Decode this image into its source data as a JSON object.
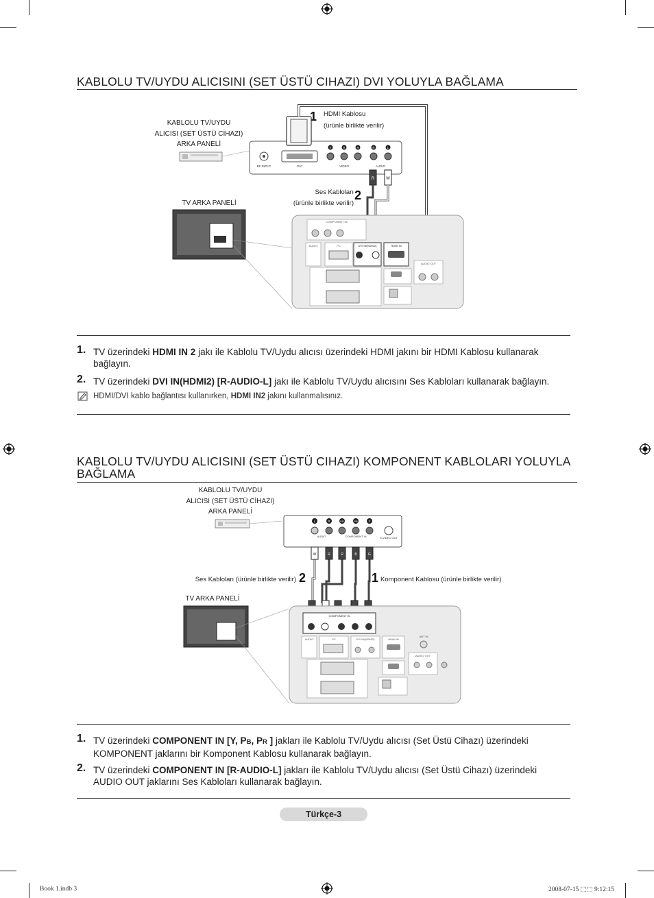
{
  "section1": {
    "title": "KABLOLU TV/UYDU ALICISINI (SET ÜSTÜ CIHAZI) DVI YOLUYLA BAĞLAMA",
    "diagram": {
      "stb_label": [
        "KABLOLU TV/UYDU",
        "ALICISI (SET ÜSTÜ CİHAZI)",
        "ARKA PANELİ"
      ],
      "tv_label": "TV ARKA PANELİ",
      "hdmi_cable_label": [
        "HDMI Kablosu",
        "(ürünle birlikte verilir)"
      ],
      "audio_cable_label": [
        "Ses Kabloları",
        "(ürünle birlikte verilir)"
      ],
      "callout_1": "1",
      "callout_2": "2",
      "stb_ports": [
        "RF INPUT",
        "DVI",
        "VIDEO",
        "AUDIO"
      ],
      "stb_jack_letters": [
        "Y",
        "R",
        "R",
        "R",
        "L"
      ],
      "plug_letters": [
        "R",
        "W"
      ],
      "tv_ports": [
        "COMPONENT IN",
        "AUDIO",
        "PC",
        "DVI IN(HDMI2)",
        "HDMI IN",
        "AUDIO OUT"
      ]
    },
    "steps": [
      {
        "num": "1.",
        "parts": [
          {
            "t": "TV üzerindeki "
          },
          {
            "t": "HDMI IN 2",
            "b": true
          },
          {
            "t": " jakı ile Kablolu TV/Uydu alıcısı üzerindeki HDMI jakını bir HDMI Kablosu kullanarak bağlayın."
          }
        ]
      },
      {
        "num": "2.",
        "parts": [
          {
            "t": "TV üzerindeki "
          },
          {
            "t": "DVI IN(HDMI2) [R-AUDIO-L]",
            "b": true
          },
          {
            "t": " jakı ile Kablolu TV/Uydu alıcısını Ses Kabloları kullanarak bağlayın."
          }
        ]
      }
    ],
    "note": {
      "parts": [
        {
          "t": "HDMI/DVI kablo bağlantısı kullanırken, "
        },
        {
          "t": "HDMI IN2",
          "b": true
        },
        {
          "t": " jakını kullanmalısınız."
        }
      ]
    }
  },
  "section2": {
    "title": "KABLOLU TV/UYDU ALICISINI (SET ÜSTÜ CIHAZI) KOMPONENT KABLOLARI YOLUYLA BAĞLAMA",
    "diagram": {
      "stb_label": [
        "KABLOLU TV/UYDU",
        "ALICISI (SET ÜSTÜ CİHAZI)",
        "ARKA PANELİ"
      ],
      "tv_label": "TV ARKA PANELİ",
      "audio_cable_label": "Ses Kabloları (ürünle birlikte verilir)",
      "component_cable_label": "Komponent Kablosu (ürünle birlikte verilir)",
      "callout_1": "1",
      "callout_2": "2",
      "stb_jack_letters": [
        "L",
        "R",
        "PR",
        "PB",
        "Y"
      ],
      "stb_ports": [
        "AUDIO",
        "COMPONENT IN",
        "S-VIDEO OUT"
      ],
      "plug_letters": [
        "W",
        "R",
        "R",
        "B",
        "G"
      ],
      "tv_ports": [
        "COMPONENT IN",
        "AUDIO",
        "PC",
        "DVI IN(HDMI2)",
        "HDMI IN",
        "ANT IN",
        "AUDIO OUT"
      ]
    },
    "steps": [
      {
        "num": "1.",
        "parts": [
          {
            "t": "TV üzerindeki "
          },
          {
            "t": "COMPONENT IN [Y, P",
            "b": true
          },
          {
            "t": "B",
            "b": true,
            "small": true
          },
          {
            "t": ", P",
            "b": true
          },
          {
            "t": "R",
            "b": true,
            "small": true
          },
          {
            "t": " ]",
            "b": true
          },
          {
            "t": " jakları ile Kablolu TV/Uydu alıcısı (Set Üstü Cihazı) üzerindeki KOMPONENT jaklarını bir Komponent Kablosu kullanarak bağlayın."
          }
        ]
      },
      {
        "num": "2.",
        "parts": [
          {
            "t": "TV üzerindeki "
          },
          {
            "t": "COMPONENT IN [R-AUDIO-L]",
            "b": true
          },
          {
            "t": " jakları ile Kablolu TV/Uydu alıcısı (Set Üstü Cihazı) üzerindeki AUDIO OUT jaklarını Ses Kabloları kullanarak bağlayın."
          }
        ]
      }
    ]
  },
  "footer": {
    "page_label": "Türkçe-3",
    "slug_left": "Book 1.indb   3",
    "slug_right": "2008-07-15   ⬚⬚ 9:12:15"
  },
  "colors": {
    "rule": "#333333",
    "pill": "#d9d9d9",
    "panel": "#ebebeb"
  }
}
